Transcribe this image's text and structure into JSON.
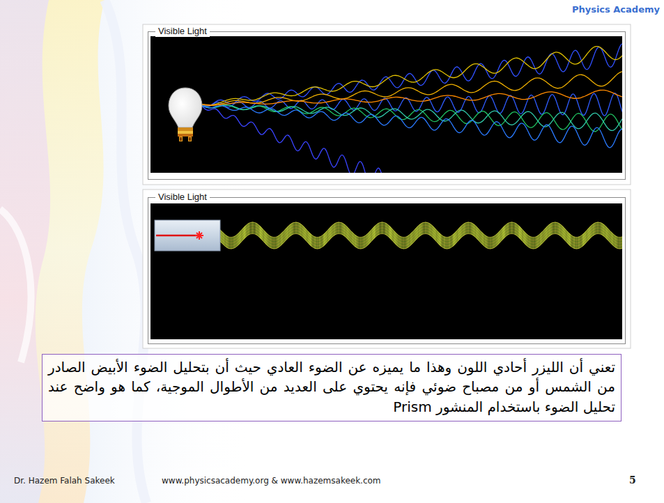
{
  "diagram": {
    "nodes": [
      {
        "text": [
          "Visible Light"
        ]
      },
      {
        "text": [
          "Visible Light"
        ]
      },
      {
        "text": [
          "تعني أن الليزر أحادي اللون وهذا ما يميزه عن الضوء العادي حيث أن بتحليل الضوء الأبيض الصادر من الشمس أو من مصباح ضوئي فإنه يحتوي على العديد من الأطوال الموجية، كما هو واضح عند تحليل الضوء باستخدام المنشور Prism"
        ]
      }
    ],
    "labels": [
      "Physics Academy",
      "Dr. Hazem Falah Sakeek",
      "www.physicsacademy.org & www.hazemsakeek.com",
      "5"
    ]
  }
}
